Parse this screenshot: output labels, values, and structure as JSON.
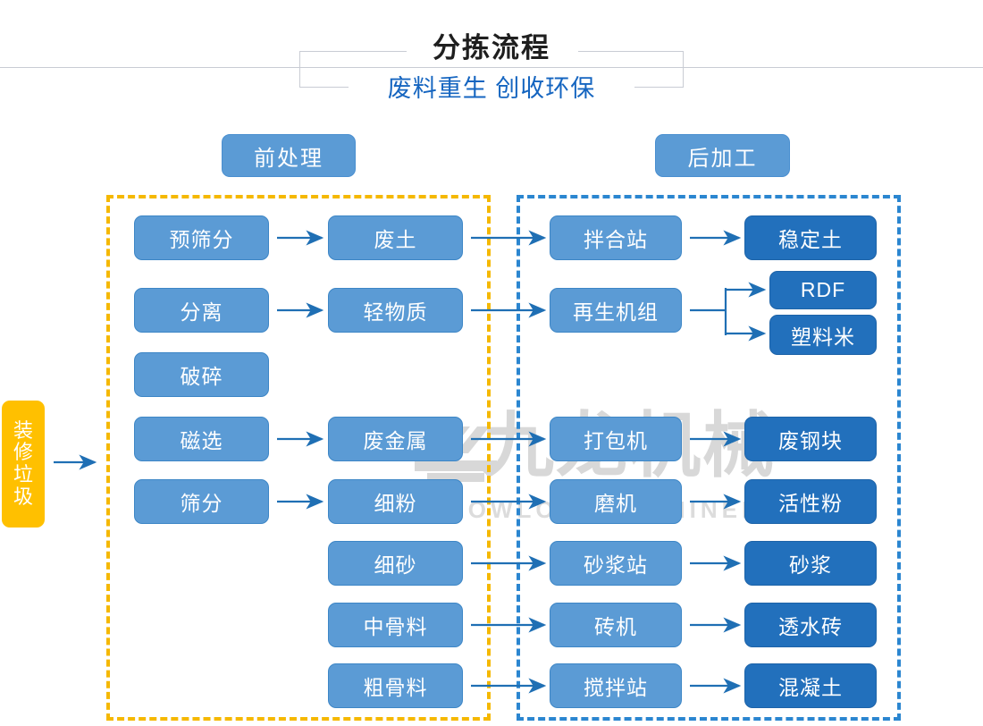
{
  "header": {
    "title": "分拣流程",
    "subtitle": "废料重生 创收环保"
  },
  "watermark": {
    "chinese": "九龙机械",
    "english": "KOWLOONMACHINERY"
  },
  "colors": {
    "node_light": "#5b9bd5",
    "node_dark": "#2270bc",
    "input_yellow": "#ffc000",
    "group_pre_border": "#f5b800",
    "group_post_border": "#2b86d0",
    "arrow": "#1f6fb4",
    "subtitle": "#1565c0"
  },
  "sections": {
    "pre": {
      "badge": "前处理"
    },
    "post": {
      "badge": "后加工"
    }
  },
  "input_node": {
    "label": "装修垃圾"
  },
  "nodes": {
    "pre_process": [
      {
        "id": "pre-screen",
        "label": "预筛分"
      },
      {
        "id": "separation",
        "label": "分离"
      },
      {
        "id": "crushing",
        "label": "破碎"
      },
      {
        "id": "magnetic",
        "label": "磁选"
      },
      {
        "id": "sieving",
        "label": "筛分"
      }
    ],
    "materials": [
      {
        "id": "waste-soil",
        "label": "废土"
      },
      {
        "id": "light-material",
        "label": "轻物质"
      },
      {
        "id": "waste-metal",
        "label": "废金属"
      },
      {
        "id": "fine-powder",
        "label": "细粉"
      },
      {
        "id": "fine-sand",
        "label": "细砂"
      },
      {
        "id": "medium-aggregate",
        "label": "中骨料"
      },
      {
        "id": "coarse-aggregate",
        "label": "粗骨料"
      }
    ],
    "equipment": [
      {
        "id": "mixing-station",
        "label": "拌合站"
      },
      {
        "id": "recycling-unit",
        "label": "再生机组"
      },
      {
        "id": "baler",
        "label": "打包机"
      },
      {
        "id": "grinder",
        "label": "磨机"
      },
      {
        "id": "mortar-station",
        "label": "砂浆站"
      },
      {
        "id": "brick-machine",
        "label": "砖机"
      },
      {
        "id": "agitating-station",
        "label": "搅拌站"
      }
    ],
    "products": [
      {
        "id": "stabilized-soil",
        "label": "稳定土"
      },
      {
        "id": "rdf",
        "label": "RDF"
      },
      {
        "id": "plastic-pellets",
        "label": "塑料米"
      },
      {
        "id": "scrap-steel",
        "label": "废钢块"
      },
      {
        "id": "active-powder",
        "label": "活性粉"
      },
      {
        "id": "mortar",
        "label": "砂浆"
      },
      {
        "id": "permeable-brick",
        "label": "透水砖"
      },
      {
        "id": "concrete",
        "label": "混凝土"
      }
    ]
  }
}
